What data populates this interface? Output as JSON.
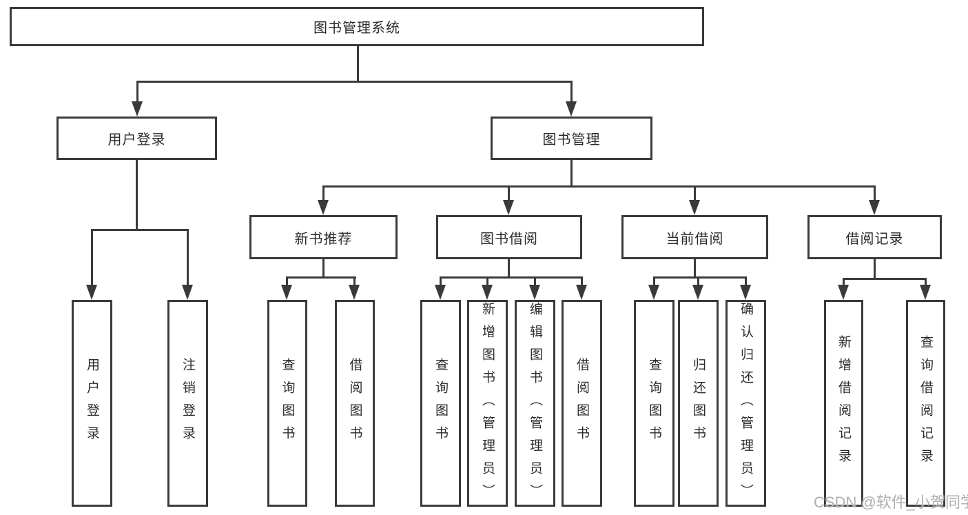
{
  "title": "图书管理系统",
  "level2": [
    {
      "label": "用户登录",
      "leaves": [
        {
          "label": "用户登录"
        },
        {
          "label": "注销登录"
        }
      ]
    },
    {
      "label": "图书管理"
    }
  ],
  "level3": [
    {
      "label": "新书推荐",
      "leaves": [
        {
          "label": "查询图书"
        },
        {
          "label": "借阅图书"
        }
      ]
    },
    {
      "label": "图书借阅",
      "leaves": [
        {
          "label": "查询图书"
        },
        {
          "label": "新增图书（管理员）"
        },
        {
          "label": "编辑图书（管理员）"
        },
        {
          "label": "借阅图书"
        }
      ]
    },
    {
      "label": "当前借阅",
      "leaves": [
        {
          "label": "查询图书"
        },
        {
          "label": "归还图书"
        },
        {
          "label": "确认归还（管理员）"
        }
      ]
    },
    {
      "label": "借阅记录",
      "leaves": [
        {
          "label": "新增借阅记录"
        },
        {
          "label": "查询借阅记录"
        }
      ]
    }
  ],
  "watermark": "CSDN @软件_小贺同学",
  "colors": {
    "line": "#3a3a3a",
    "text": "#2b2b2b",
    "background": "#ffffff",
    "watermark": "#ababab"
  }
}
